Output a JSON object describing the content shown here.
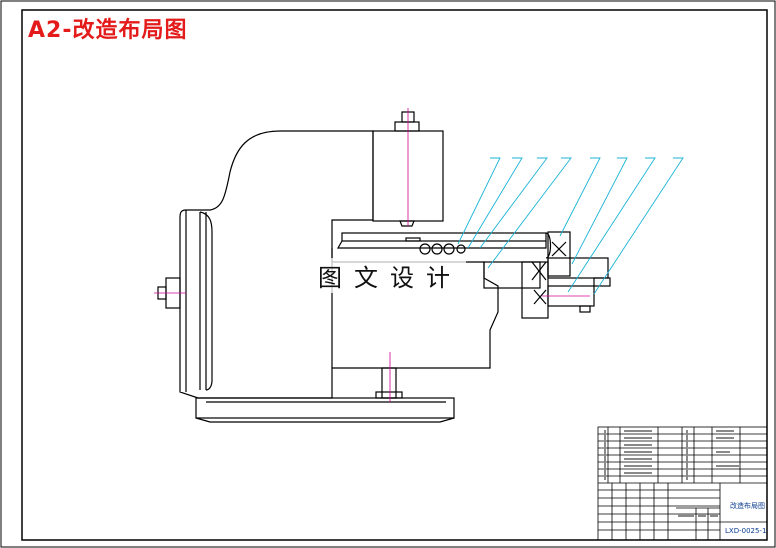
{
  "sheet": {
    "title": "A2-改造布局图",
    "watermark": "图文设计",
    "colors": {
      "title": "#e41b1b",
      "leader": "#19b3d6",
      "centerline": "#d0009a",
      "outline": "#000000"
    }
  },
  "title_block": {
    "drawing_name": "改造布局图",
    "drawing_number": "LXD-0025-1"
  }
}
